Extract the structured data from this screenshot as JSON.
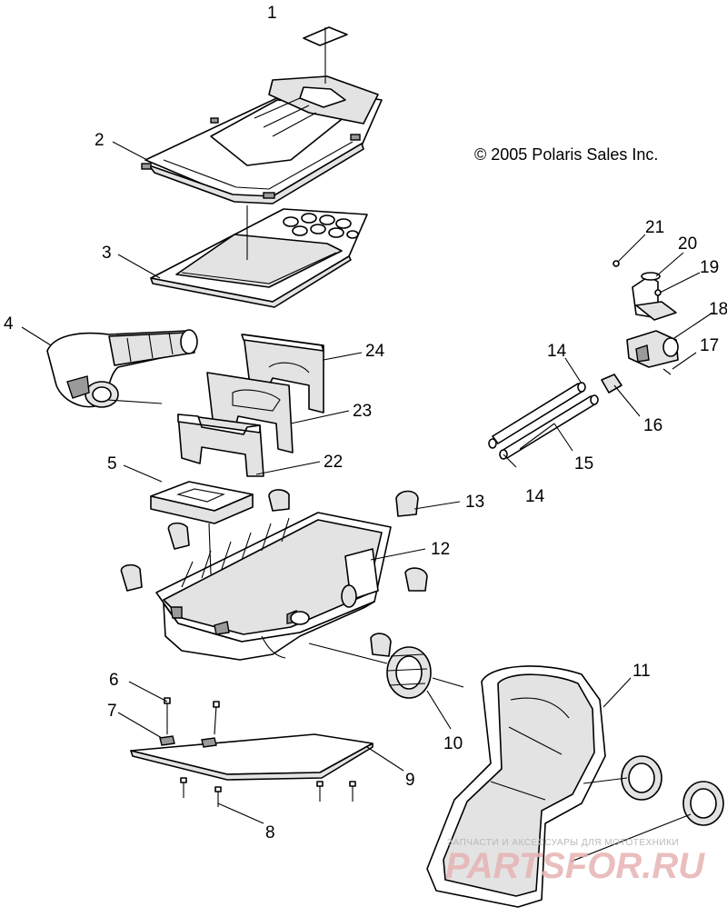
{
  "copyright": "© 2005 Polaris Sales Inc.",
  "watermark": {
    "caption": "ЗАПЧАСТИ И АКСЕССУАРЫ ДЛЯ МОТОТЕХНИКИ",
    "brand": "PARTSFOR.RU"
  },
  "callouts": [
    {
      "id": "c1",
      "label": "1"
    },
    {
      "id": "c2",
      "label": "2"
    },
    {
      "id": "c3",
      "label": "3"
    },
    {
      "id": "c4",
      "label": "4"
    },
    {
      "id": "c5",
      "label": "5"
    },
    {
      "id": "c6",
      "label": "6"
    },
    {
      "id": "c7",
      "label": "7"
    },
    {
      "id": "c8",
      "label": "8"
    },
    {
      "id": "c9",
      "label": "9"
    },
    {
      "id": "c10",
      "label": "10"
    },
    {
      "id": "c11",
      "label": "11"
    },
    {
      "id": "c12",
      "label": "12"
    },
    {
      "id": "c13",
      "label": "13"
    },
    {
      "id": "c14a",
      "label": "14"
    },
    {
      "id": "c14b",
      "label": "14"
    },
    {
      "id": "c15",
      "label": "15"
    },
    {
      "id": "c16",
      "label": "16"
    },
    {
      "id": "c17",
      "label": "17"
    },
    {
      "id": "c18",
      "label": "18"
    },
    {
      "id": "c19",
      "label": "19"
    },
    {
      "id": "c20",
      "label": "20"
    },
    {
      "id": "c21",
      "label": "21"
    },
    {
      "id": "c22",
      "label": "22"
    },
    {
      "id": "c23",
      "label": "23"
    },
    {
      "id": "c24",
      "label": "24"
    }
  ]
}
